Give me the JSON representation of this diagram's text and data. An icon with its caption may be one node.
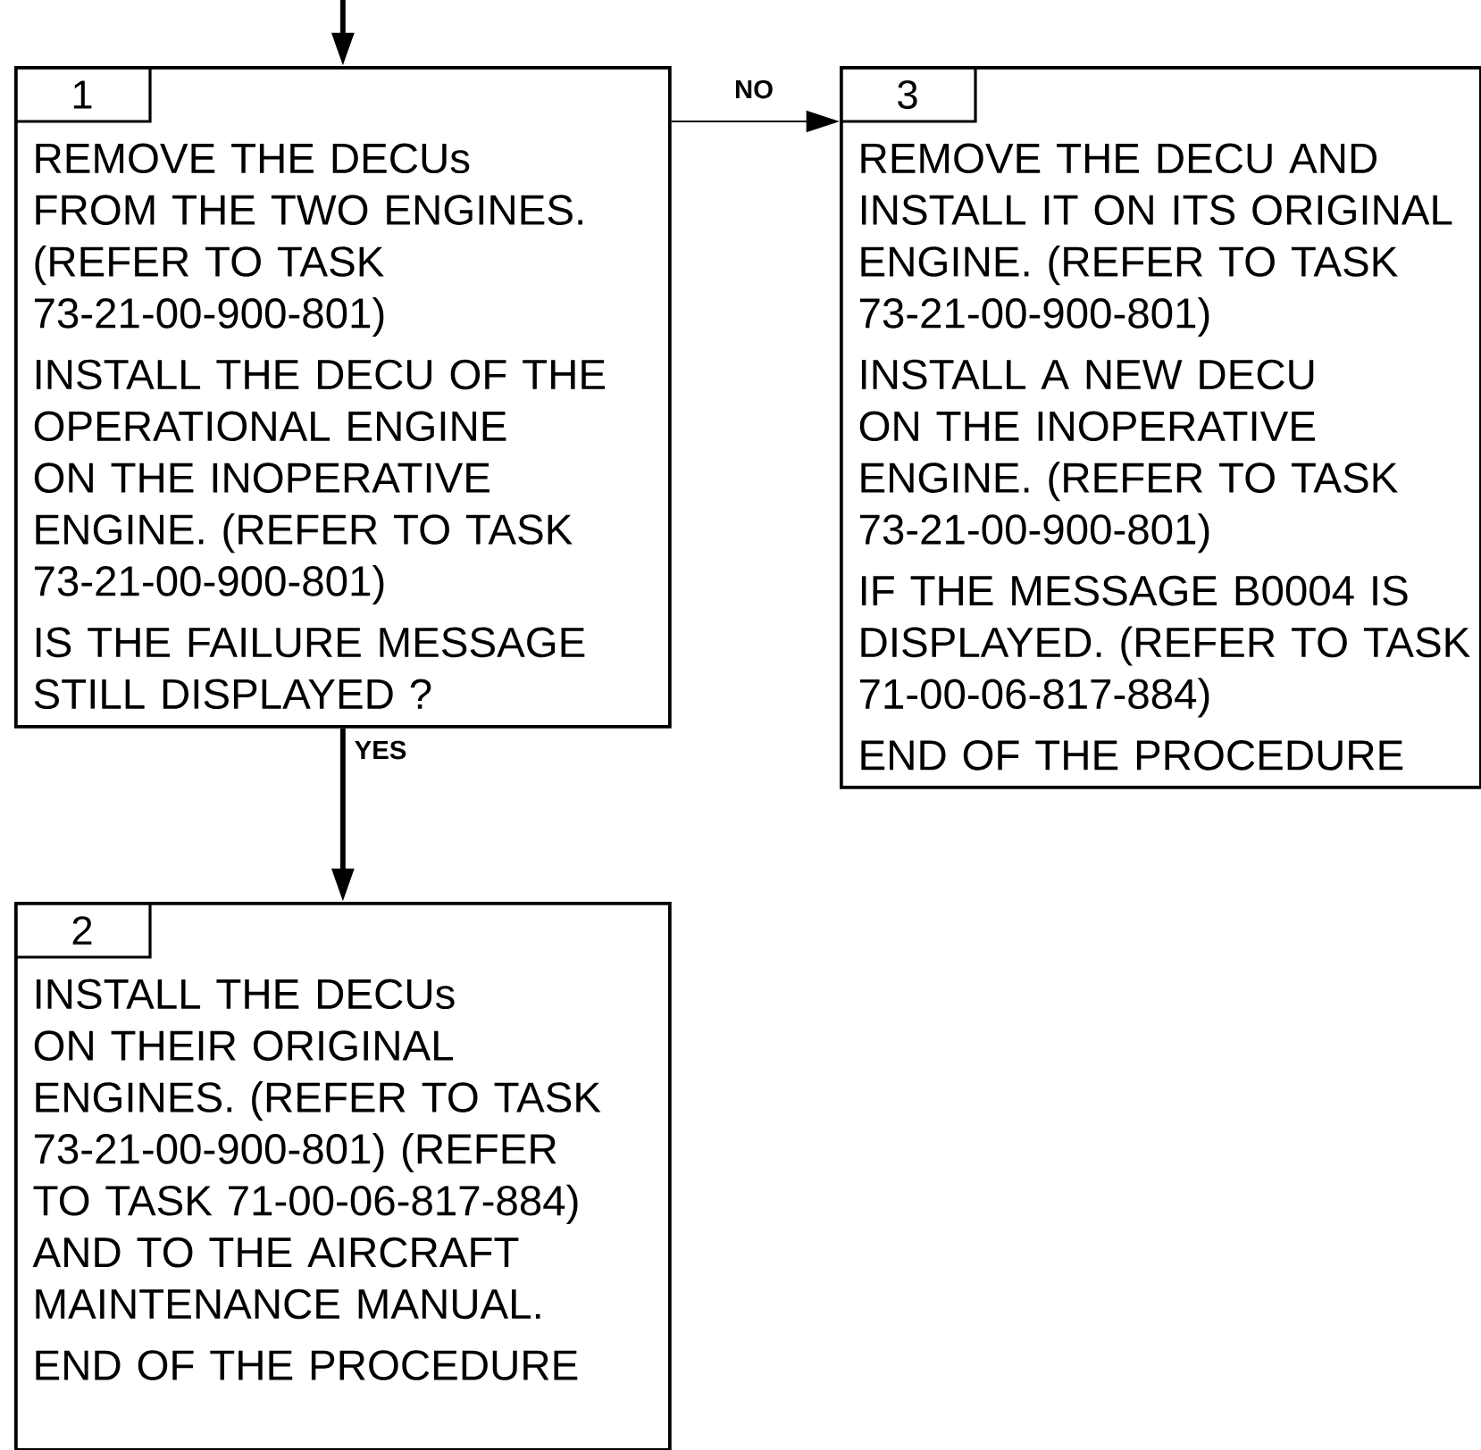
{
  "diagram": {
    "nodes": [
      {
        "text": [
          "1",
          "REMOVE THE DECUs FROM THE TWO ENGINES. (REFER TO TASK 73-21-00-900-801)",
          "INSTALL THE DECU OF THE OPERATIONAL ENGINE ON THE INOPERATIVE ENGINE. (REFER TO TASK 73-21-00-900-801)",
          "IS THE FAILURE MESSAGE STILL DISPLAYED ?"
        ]
      },
      {
        "text": [
          "3",
          "REMOVE THE DECU AND INSTALL IT ON ITS ORIGINAL ENGINE. (REFER TO TASK 73-21-00-900-801)",
          "INSTALL A NEW DECU ON THE INOPERATIVE ENGINE. (REFER TO TASK 73-21-00-900-801)",
          "IF THE MESSAGE B0004 IS DISPLAYED. (REFER TO TASK 71-00-06-817-884)",
          "END OF THE PROCEDURE"
        ]
      },
      {
        "text": [
          "2",
          "INSTALL THE DECUs ON THEIR ORIGINAL ENGINES. (REFER TO TASK 73-21-00-900-801) (REFER TO TASK 71-00-06-817-884) AND TO THE AIRCRAFT MAINTENANCE MANUAL.",
          "END OF THE PROCEDURE"
        ]
      }
    ],
    "edges": [
      {
        "from": null,
        "to": 0,
        "arrow": "to"
      },
      {
        "from": 0,
        "to": 1,
        "arrow": "to",
        "label": "NO"
      },
      {
        "from": 0,
        "to": 2,
        "arrow": "to",
        "label": "YES"
      }
    ]
  }
}
